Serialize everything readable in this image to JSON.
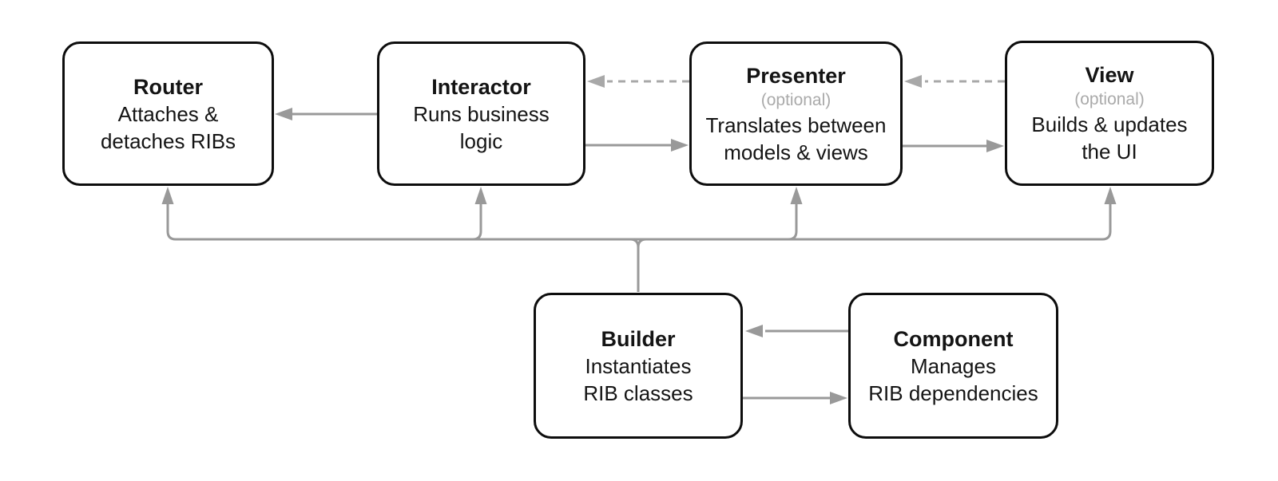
{
  "diagram": {
    "boxes": {
      "router": {
        "title": "Router",
        "line1": "Attaches &",
        "line2": "detaches RIBs"
      },
      "interactor": {
        "title": "Interactor",
        "line1": "Runs business",
        "line2": "logic"
      },
      "presenter": {
        "title": "Presenter",
        "optional": "(optional)",
        "line1": "Translates between",
        "line2": "models & views"
      },
      "view": {
        "title": "View",
        "optional": "(optional)",
        "line1": "Builds & updates",
        "line2": "the UI"
      },
      "builder": {
        "title": "Builder",
        "line1": "Instantiates",
        "line2": "RIB classes"
      },
      "component": {
        "title": "Component",
        "line1": "Manages",
        "line2": "RIB dependencies"
      }
    },
    "edges": [
      {
        "from": "Interactor",
        "to": "Router",
        "style": "solid"
      },
      {
        "from": "Presenter",
        "to": "Interactor",
        "style": "dashed"
      },
      {
        "from": "Interactor",
        "to": "Presenter",
        "style": "solid"
      },
      {
        "from": "View",
        "to": "Presenter",
        "style": "dashed"
      },
      {
        "from": "Presenter",
        "to": "View",
        "style": "solid"
      },
      {
        "from": "Builder",
        "to": "Router",
        "style": "solid"
      },
      {
        "from": "Builder",
        "to": "Interactor",
        "style": "solid"
      },
      {
        "from": "Builder",
        "to": "Presenter",
        "style": "solid"
      },
      {
        "from": "Builder",
        "to": "View",
        "style": "solid"
      },
      {
        "from": "Component",
        "to": "Builder",
        "style": "solid"
      },
      {
        "from": "Builder",
        "to": "Component",
        "style": "solid"
      }
    ],
    "colors": {
      "background": "#ffffff",
      "box-border": "#0d0d0d",
      "box-fill": "#ffffff",
      "text": "#141414",
      "muted-text": "#aaaaaa",
      "connector": "#999999",
      "connector-dashed": "#a8a8a8"
    }
  }
}
